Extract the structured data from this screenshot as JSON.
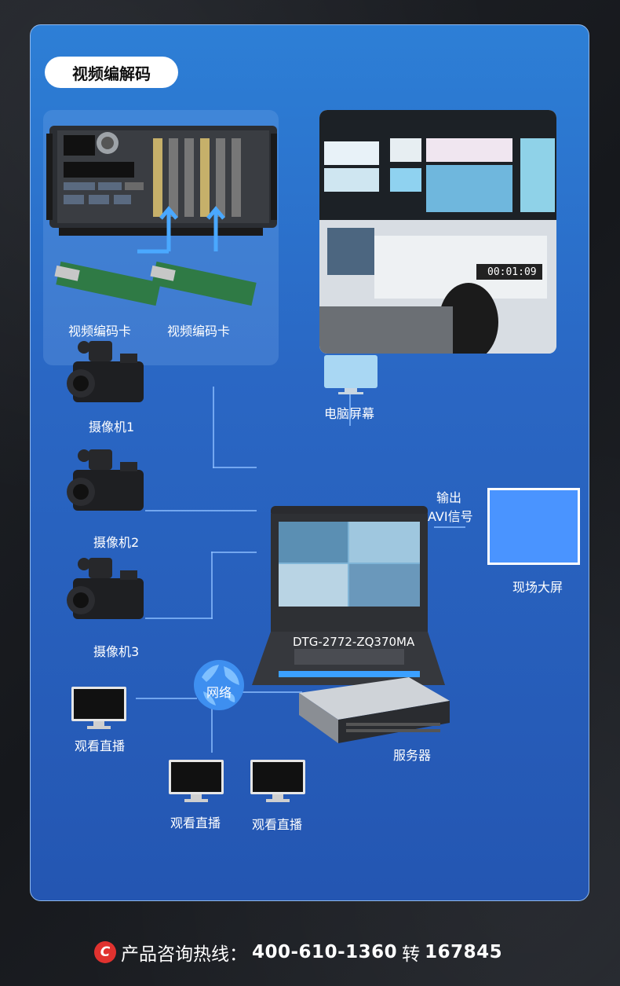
{
  "section": {
    "title": "视频编解码"
  },
  "labels": {
    "card1": "视频编码卡",
    "card2": "视频编码卡",
    "screen": "电脑屏幕",
    "cam1": "摄像机1",
    "cam2": "摄像机2",
    "cam3": "摄像机3",
    "output_line1": "输出",
    "output_line2": "AVI信号",
    "bigscreen": "现场大屏",
    "device_model": "DTG-2772-ZQ370MA",
    "network": "网络",
    "server": "服务器",
    "watch1": "观看直播",
    "watch2": "观看直播",
    "watch3": "观看直播",
    "timer": "00:01:09"
  },
  "footer": {
    "hotline_label": "产品咨询热线：",
    "hotline_number": "400-610-1360",
    "ext_label": "转",
    "ext_number": "167845",
    "phone_icon_glyph": "C"
  },
  "colors": {
    "panel": "#2a67c4",
    "accent_line": "#8cbeff",
    "bigscreen": "#4a94ff"
  },
  "icons": [
    "phone-icon",
    "network-globe-icon",
    "camera-icon",
    "monitor-icon",
    "server-icon",
    "industrial-pc-icon",
    "capture-card-icon"
  ]
}
